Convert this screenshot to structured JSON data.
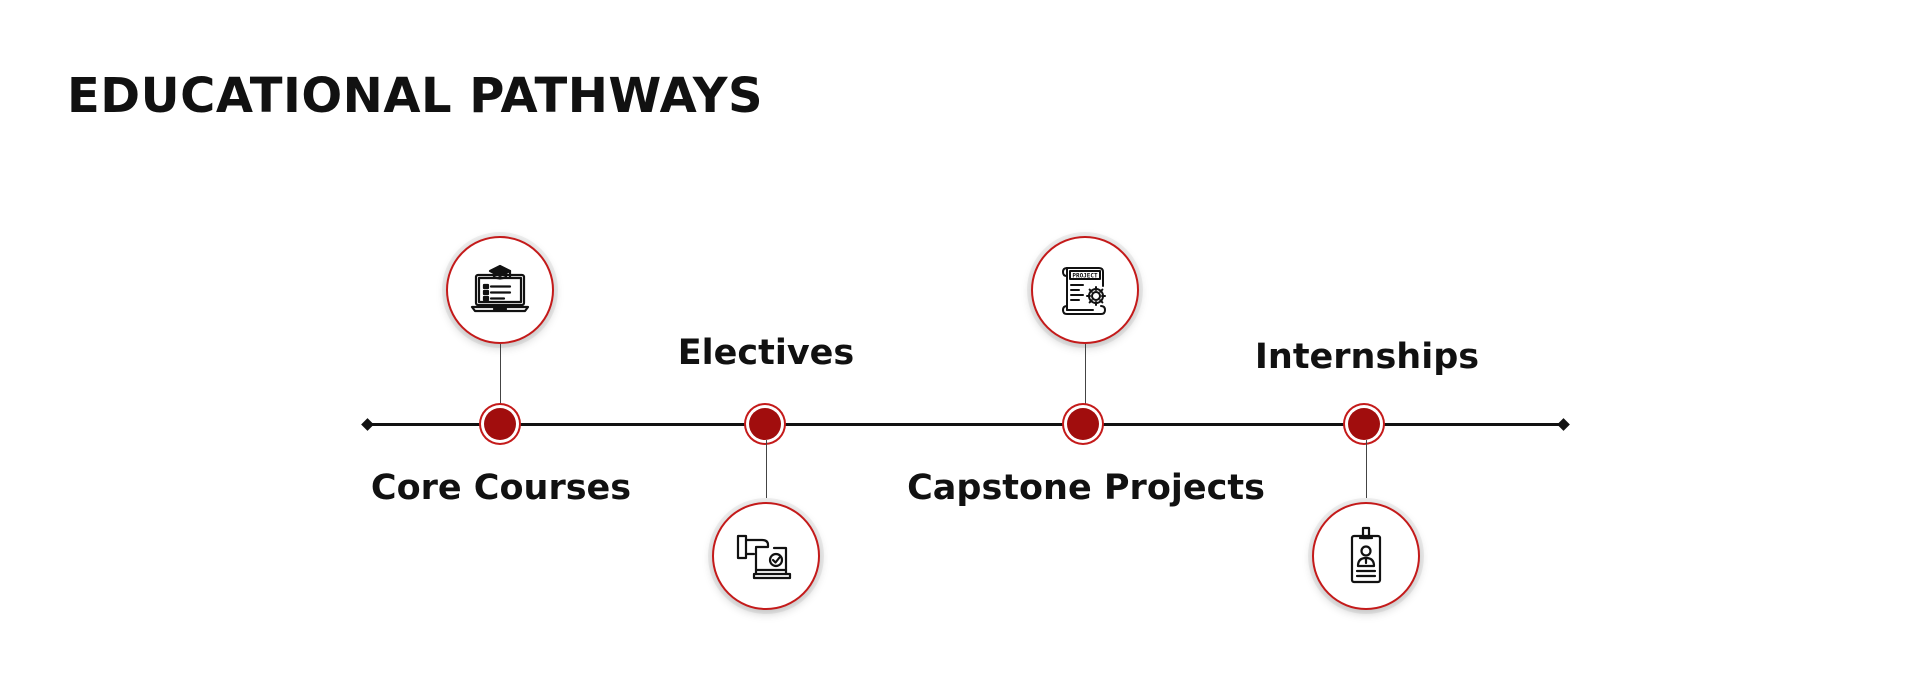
{
  "title": "EDUCATIONAL PATHWAYS",
  "accent_color": "#a10d0d",
  "stages": [
    {
      "label": "Core Courses",
      "icon": "laptop-graduation-cap-icon"
    },
    {
      "label": "Electives",
      "icon": "hand-ballot-box-icon"
    },
    {
      "label": "Capstone Projects",
      "icon": "project-document-gear-icon",
      "icon_text": "PROJECT"
    },
    {
      "label": "Internships",
      "icon": "id-badge-icon"
    }
  ]
}
